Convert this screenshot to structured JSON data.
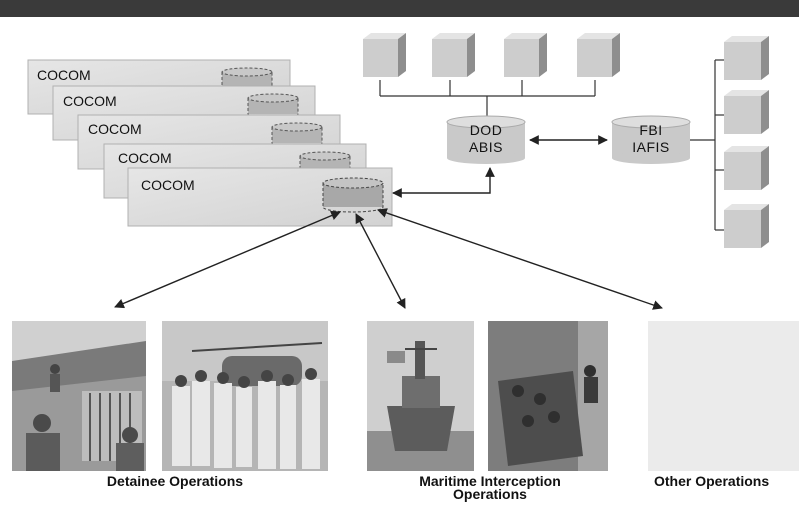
{
  "cocom_panels": [
    {
      "label": "COCOM"
    },
    {
      "label": "COCOM"
    },
    {
      "label": "COCOM"
    },
    {
      "label": "COCOM"
    },
    {
      "label": "COCOM"
    }
  ],
  "dod": {
    "line1": "DOD",
    "line2": "ABIS"
  },
  "fbi": {
    "line1": "FBI",
    "line2": "IAFIS"
  },
  "operations": {
    "detainee": "Detainee Operations",
    "maritime_line1": "Maritime Interception",
    "maritime_line2": "Operations",
    "other": "Other Operations"
  },
  "colors": {
    "panel_fill": "#dcdcdc",
    "panel_edge": "#aaaaaa",
    "cylinder_fill": "#b0b0b0",
    "server_front": "#cdcdcd",
    "server_side": "#8e8e8e",
    "server_top": "#e6e6e6",
    "arrow": "#222222",
    "top_bar": "#3a3a3a"
  }
}
